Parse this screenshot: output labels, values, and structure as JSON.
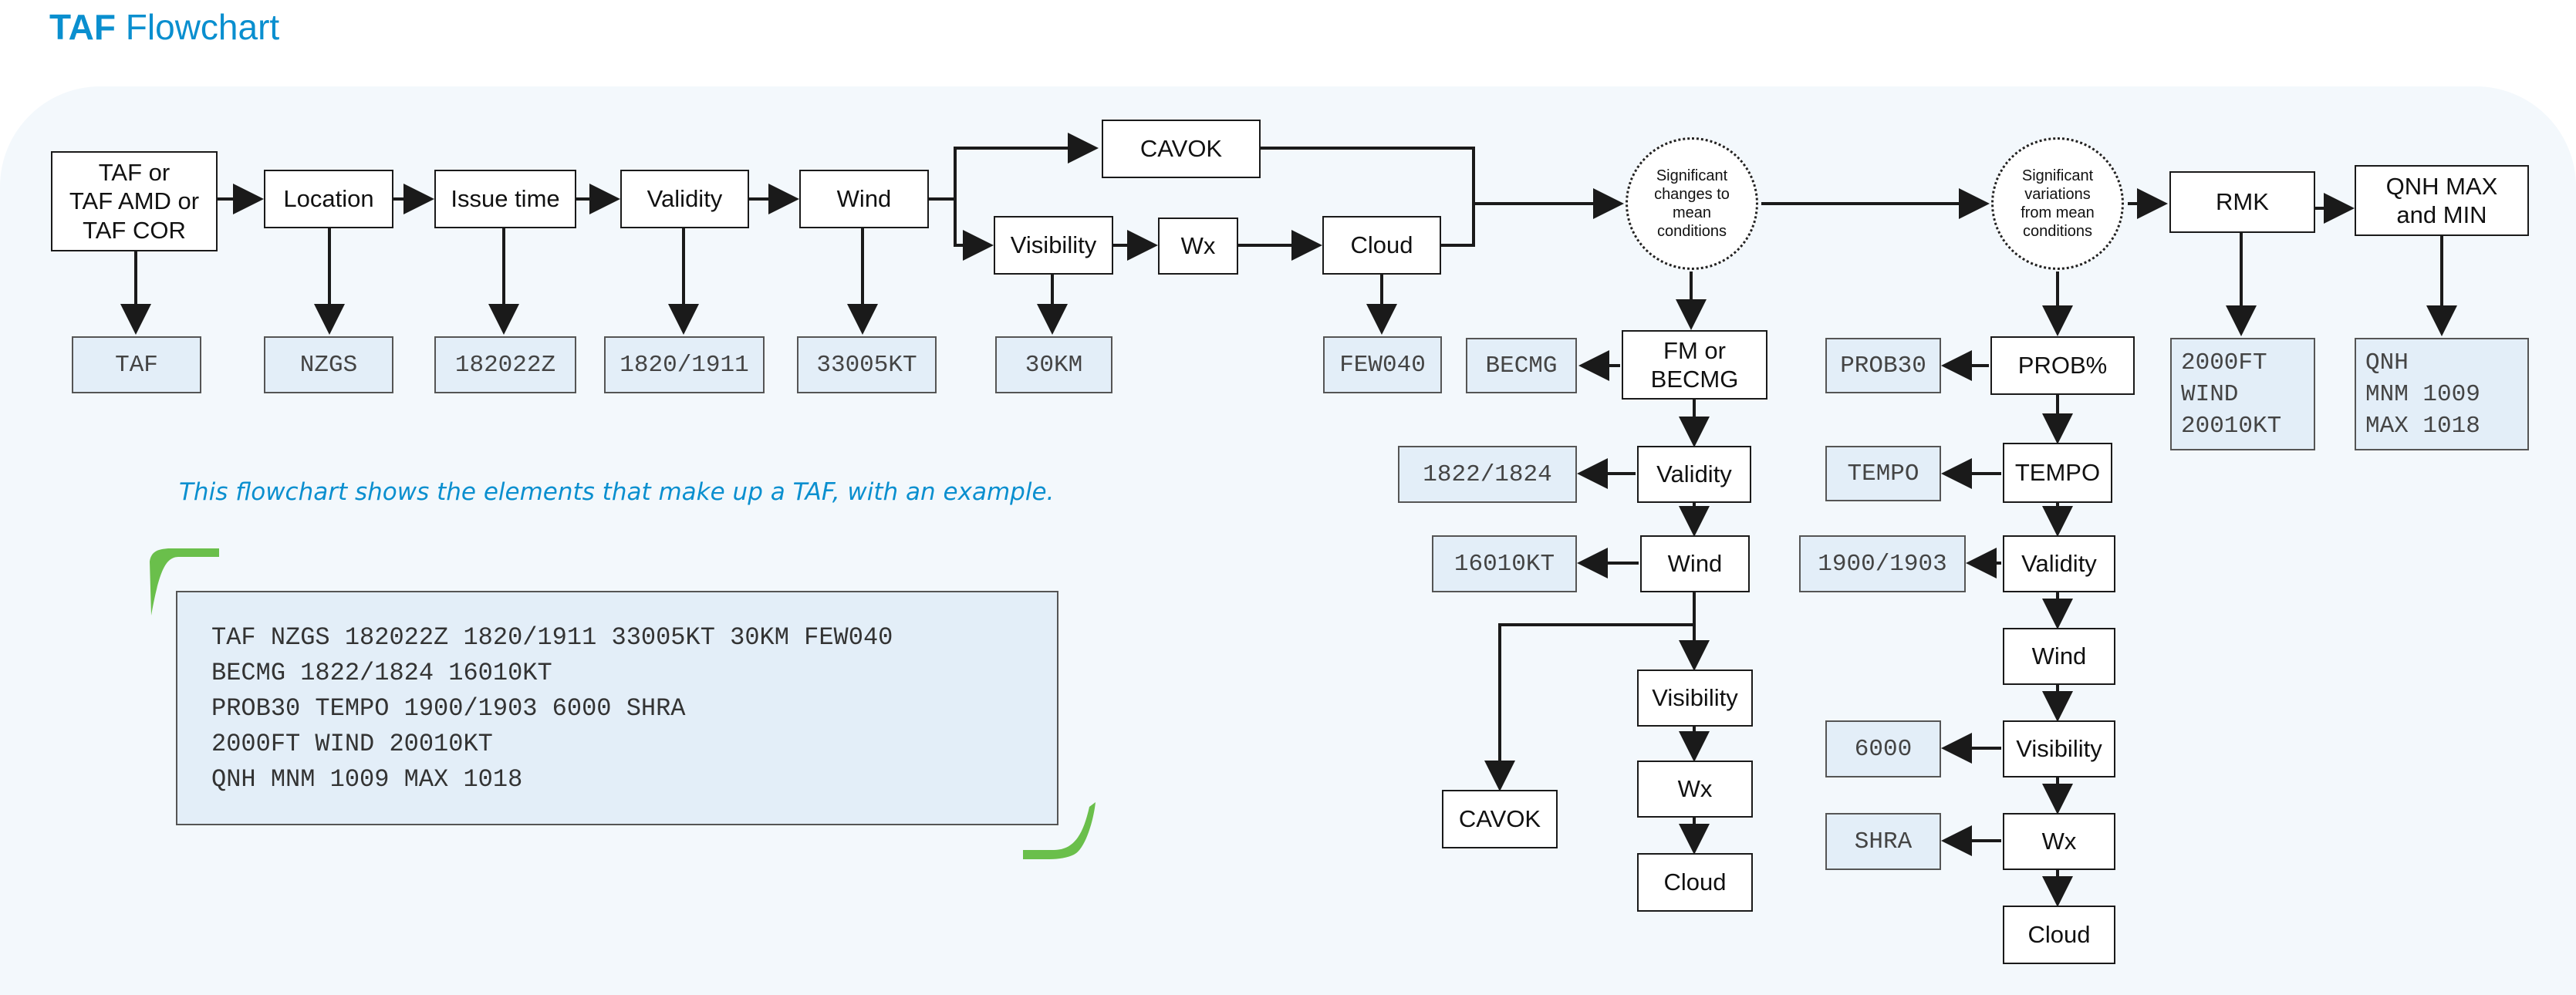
{
  "title": {
    "bold": "TAF",
    "rest": " Flowchart"
  },
  "caption": "This flowchart shows the elements that make up a TAF, with an example.",
  "example_lines": [
    "TAF NZGS 182022Z 1820/1911 33005KT 30KM FEW040",
    "BECMG 1822/1824 16010KT",
    "PROB30 TEMPO 1900/1903 6000 SHRA",
    "2000FT WIND 20010KT",
    "QNH MNM 1009 MAX 1018"
  ],
  "main_boxes": {
    "taf": "TAF or\nTAF AMD or\nTAF COR",
    "location": "Location",
    "issue_time": "Issue time",
    "validity": "Validity",
    "wind": "Wind",
    "cavok": "CAVOK",
    "visibility": "Visibility",
    "wx": "Wx",
    "cloud": "Cloud",
    "rmk": "RMK",
    "qnh": "QNH MAX\nand MIN"
  },
  "circles": {
    "significant_changes": "Significant\nchanges to\nmean\nconditions",
    "significant_variations": "Significant\nvariations\nfrom mean\nconditions"
  },
  "examples": {
    "taf": "TAF",
    "location": "NZGS",
    "issue_time": "182022Z",
    "validity": "1820/1911",
    "wind": "33005KT",
    "visibility": "30KM",
    "cloud": "FEW040",
    "rmk": "2000FT\nWIND\n20010KT",
    "qnh": "QNH\nMNM 1009\nMAX 1018"
  },
  "becmg_branch": {
    "fm_becmg": "FM or\nBECMG",
    "becmg_ex": "BECMG",
    "validity": "Validity",
    "validity_ex": "1822/1824",
    "wind": "Wind",
    "wind_ex": "16010KT",
    "visibility": "Visibility",
    "wx": "Wx",
    "cloud": "Cloud",
    "cavok": "CAVOK"
  },
  "prob_branch": {
    "prob": "PROB%",
    "prob_ex": "PROB30",
    "tempo": "TEMPO",
    "tempo_ex": "TEMPO",
    "validity": "Validity",
    "validity_ex": "1900/1903",
    "wind": "Wind",
    "visibility": "Visibility",
    "visibility_ex": "6000",
    "wx": "Wx",
    "wx_ex": "SHRA",
    "cloud": "Cloud"
  },
  "colors": {
    "accent": "#0a8fcf",
    "panel": "#f3f8fc",
    "example_fill": "#e3eef8",
    "bracket_green": "#6abf4b"
  }
}
